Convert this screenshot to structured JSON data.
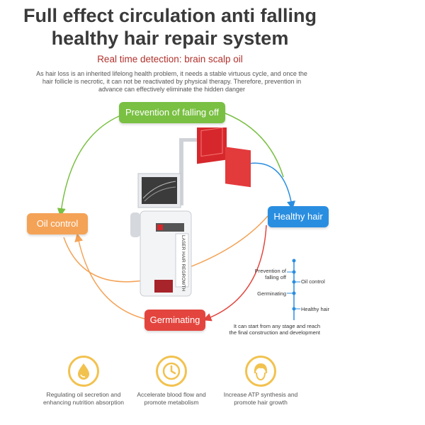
{
  "header": {
    "title_line1": "Full effect circulation anti falling",
    "title_line2": "healthy hair repair system",
    "subtitle": "Real time detection: brain scalp oil",
    "intro": "As hair loss is an inherited lifelong health problem, it needs a stable virtuous cycle, and once the hair follicle is necrotic, it can not be reactivated by physical therapy. Therefore, prevention in advance can effectively eliminate the hidden danger"
  },
  "cycle": {
    "stage_top": "Prevention of falling off",
    "stage_left": "Oil control",
    "stage_right": "Healthy hair",
    "stage_bottom": "Germinating",
    "colors": {
      "green": "#7ac043",
      "orange": "#f4a256",
      "blue": "#2a8ee0",
      "red": "#e3453e"
    }
  },
  "machine": {
    "side_label": "LASER HAIR REGROWTH"
  },
  "timeline": {
    "item1": "Prevention of falling off",
    "item2": "Oil control",
    "item3": "Germinating",
    "item4": "Healthy hair",
    "note": "It can start from any stage and reach the final construction and development"
  },
  "features": [
    {
      "icon": "oil-drop-icon",
      "text": "Regulating oil secretion and enhancing nutrition absorption"
    },
    {
      "icon": "clock-icon",
      "text": "Accelerate blood flow and promote metabolism"
    },
    {
      "icon": "hair-head-icon",
      "text": "Increase ATP synthesis and promote hair growth"
    }
  ]
}
